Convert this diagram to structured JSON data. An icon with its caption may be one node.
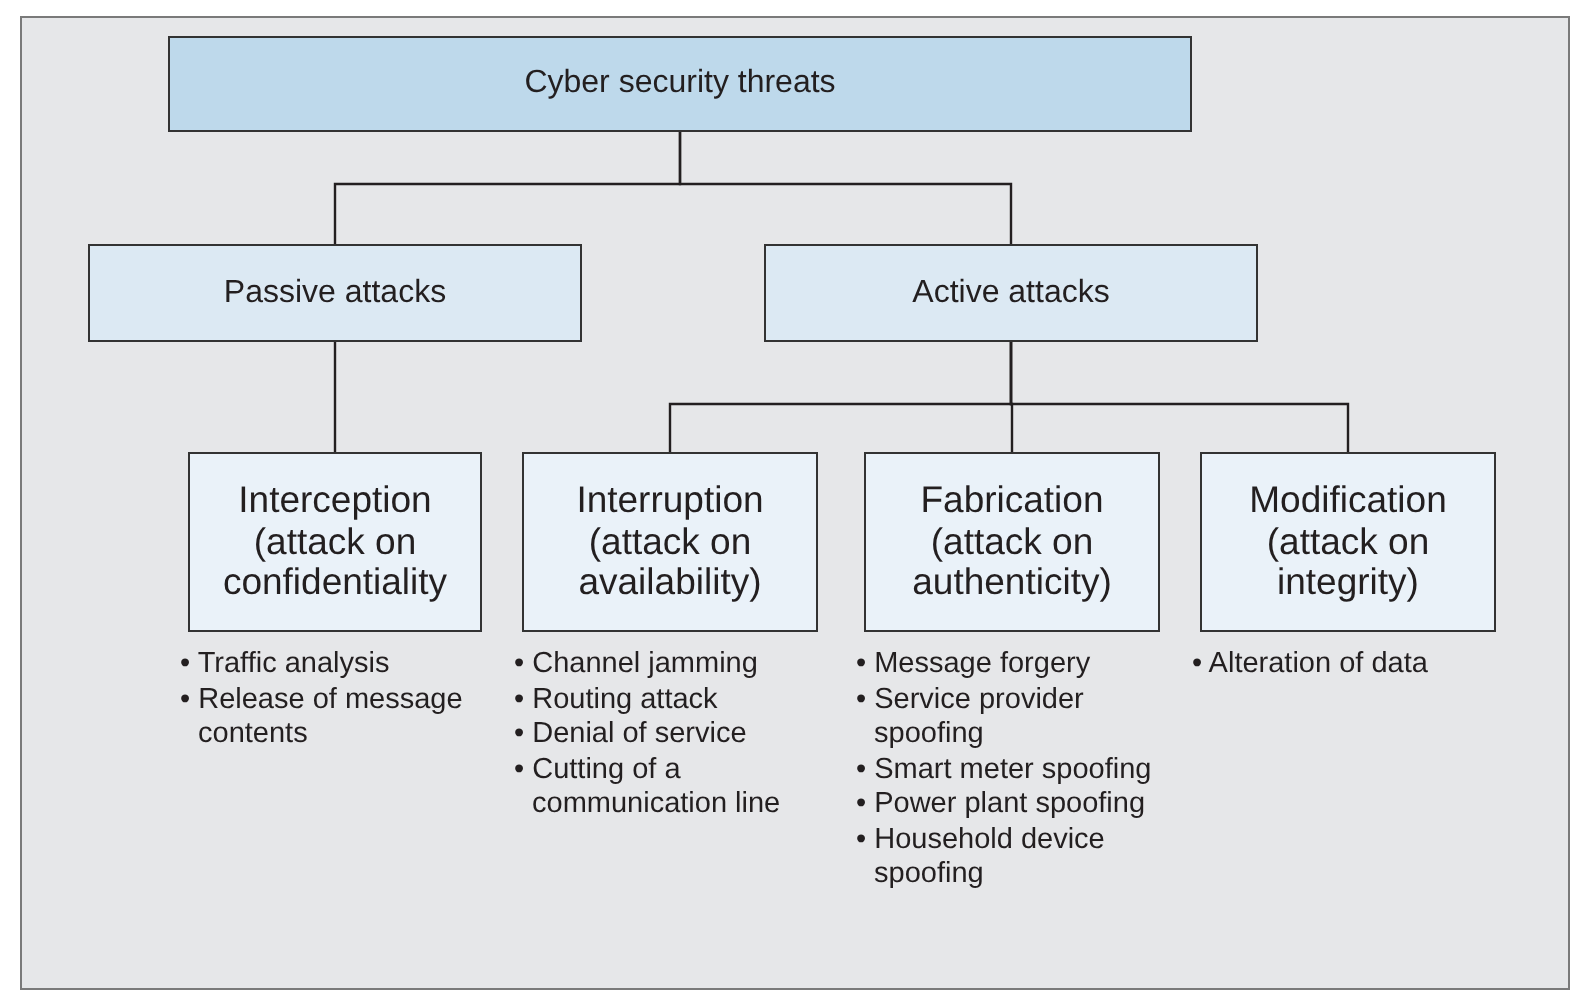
{
  "diagram": {
    "nodes": [
      {
        "text": [
          "Cyber security threats"
        ]
      },
      {
        "text": [
          "Passive attacks"
        ]
      },
      {
        "text": [
          "Active attacks"
        ]
      },
      {
        "text": [
          "Interception (attack on confidentiality"
        ],
        "beside": [
          "• Traffic analysis",
          "• Release of message contents"
        ]
      },
      {
        "text": [
          "Interruption (attack on availability)"
        ],
        "beside": [
          "• Channel jamming",
          "• Routing attack",
          "• Denial of service",
          "• Cutting of a communication line"
        ]
      },
      {
        "text": [
          "Fabrication (attack on authenticity)"
        ],
        "beside": [
          "• Message forgery",
          "• Service provider spoofing",
          "• Smart meter spoofing",
          "• Power plant spoofing",
          "• Household device spoofing"
        ]
      },
      {
        "text": [
          "Modification (attack on integrity)"
        ],
        "beside": [
          "• Alteration of data"
        ]
      }
    ],
    "edges": [
      {
        "from": 0,
        "to": 1,
        "arrow": "none"
      },
      {
        "from": 0,
        "to": 2,
        "arrow": "none"
      },
      {
        "from": 1,
        "to": 3,
        "arrow": "none"
      },
      {
        "from": 2,
        "to": 4,
        "arrow": "none"
      },
      {
        "from": 2,
        "to": 5,
        "arrow": "none"
      },
      {
        "from": 2,
        "to": 6,
        "arrow": "none"
      }
    ]
  }
}
